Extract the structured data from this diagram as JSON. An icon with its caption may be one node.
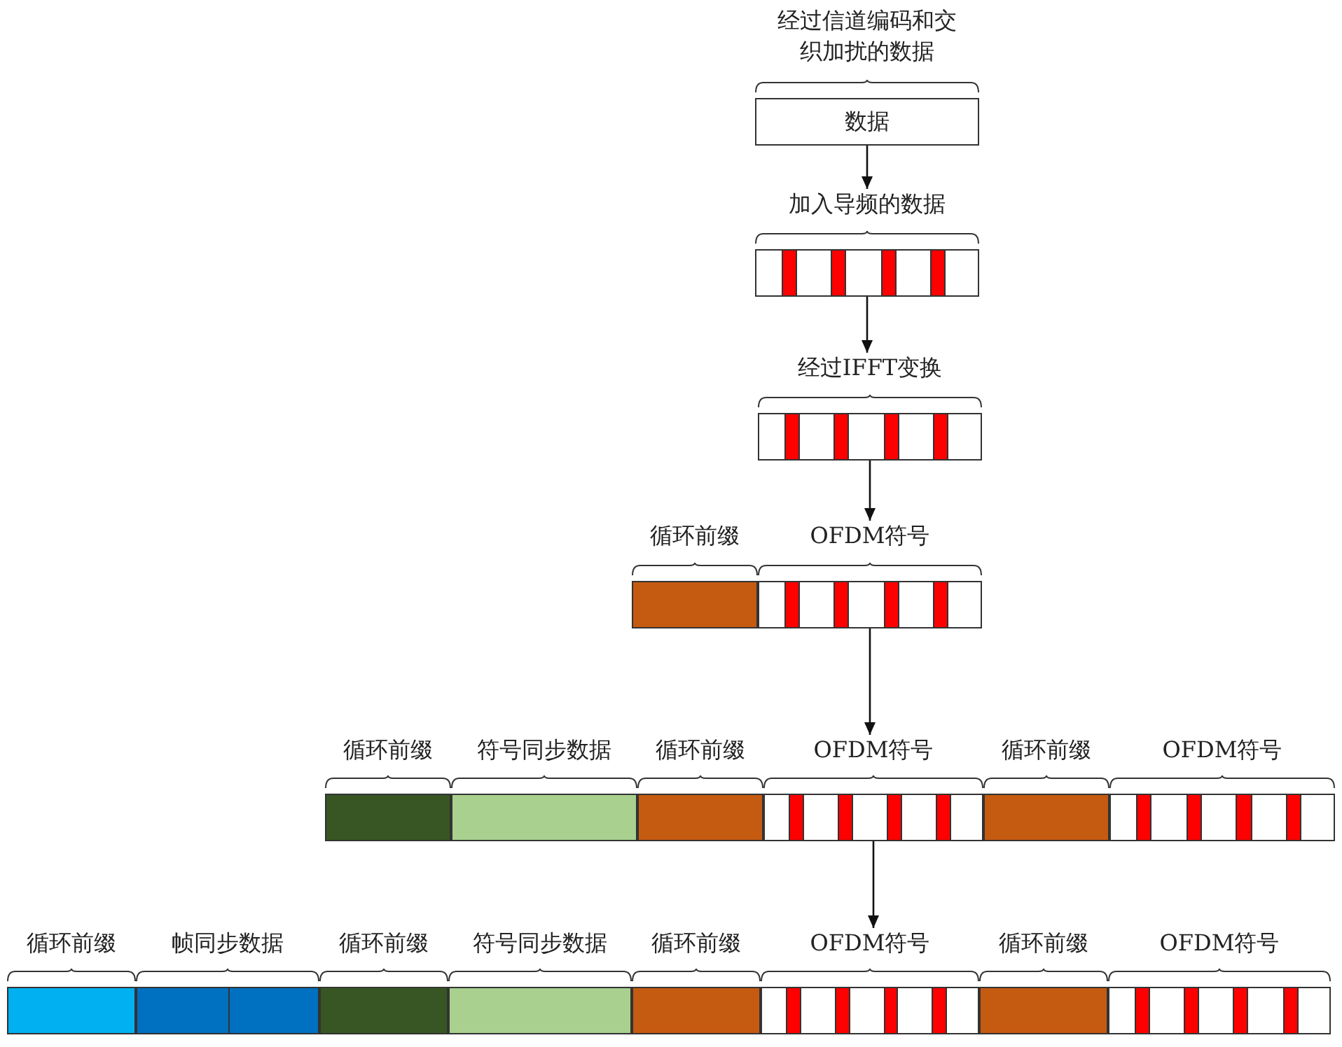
{
  "diagram": {
    "nodes": [
      {
        "text": [
          "经过信道编码和交织加扰的数据",
          "数据"
        ]
      },
      {
        "text": [
          "加入导频的数据"
        ]
      },
      {
        "text": [
          "经过IFFT变换"
        ]
      },
      {
        "text": [
          "循环前缀"
        ]
      },
      {
        "text": [
          "OFDM符号"
        ]
      },
      {
        "text": [
          "循环前缀"
        ]
      },
      {
        "text": [
          "符号同步数据"
        ]
      },
      {
        "text": [
          "循环前缀"
        ]
      },
      {
        "text": [
          "OFDM符号"
        ]
      },
      {
        "text": [
          "循环前缀"
        ]
      },
      {
        "text": [
          "OFDM符号"
        ]
      },
      {
        "text": [
          "循环前缀"
        ]
      },
      {
        "text": [
          "帧同步数据"
        ]
      },
      {
        "text": [
          "循环前缀"
        ]
      },
      {
        "text": [
          "符号同步数据"
        ]
      },
      {
        "text": [
          "循环前缀"
        ]
      },
      {
        "text": [
          "OFDM符号"
        ]
      },
      {
        "text": [
          "循环前缀"
        ]
      },
      {
        "text": [
          "OFDM符号"
        ]
      }
    ],
    "edges": [
      {
        "from": 0,
        "to": 1,
        "arrow": "to"
      },
      {
        "from": 1,
        "to": 2,
        "arrow": "to"
      },
      {
        "from": 2,
        "to": 4,
        "arrow": "to"
      },
      {
        "from": 4,
        "to": 8,
        "arrow": "to"
      },
      {
        "from": 8,
        "to": 16,
        "arrow": "to"
      }
    ]
  }
}
